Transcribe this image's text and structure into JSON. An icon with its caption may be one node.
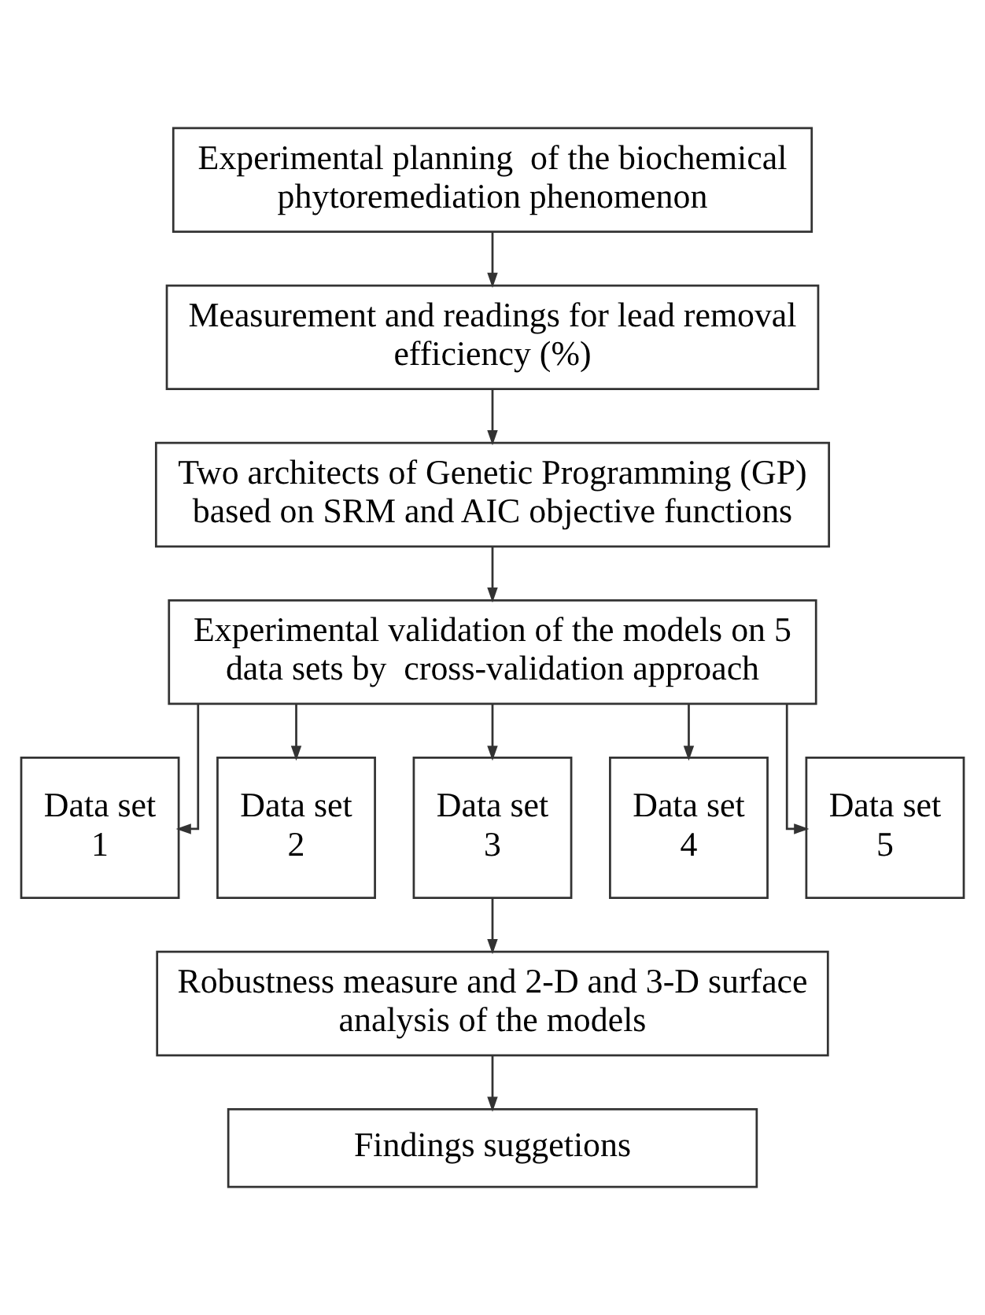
{
  "diagram": {
    "nodes": [
      {
        "text": [
          "Experimental planning  of the biochemical phytoremediation phenomenon"
        ]
      },
      {
        "text": [
          "Measurement and readings for lead removal efficiency (%)"
        ]
      },
      {
        "text": [
          "Two architects of Genetic Programming (GP) based on SRM and AIC objective functions"
        ]
      },
      {
        "text": [
          "Experimental validation of the models on 5 data sets by  cross-validation approach"
        ]
      },
      {
        "text": [
          "Data set 1"
        ]
      },
      {
        "text": [
          "Data set 2"
        ]
      },
      {
        "text": [
          "Data set 3"
        ]
      },
      {
        "text": [
          "Data set 4"
        ]
      },
      {
        "text": [
          "Data set 5"
        ]
      },
      {
        "text": [
          "Robustness measure and 2-D and 3-D surface analysis of the models"
        ]
      },
      {
        "text": [
          "Findings suggetions"
        ]
      }
    ],
    "edges": [
      {
        "from": 0,
        "to": 1,
        "arrow": "to"
      },
      {
        "from": 1,
        "to": 2,
        "arrow": "to"
      },
      {
        "from": 2,
        "to": 3,
        "arrow": "to"
      },
      {
        "from": 3,
        "to": 4,
        "arrow": "to"
      },
      {
        "from": 3,
        "to": 5,
        "arrow": "to"
      },
      {
        "from": 3,
        "to": 6,
        "arrow": "to"
      },
      {
        "from": 3,
        "to": 7,
        "arrow": "to"
      },
      {
        "from": 3,
        "to": 8,
        "arrow": "to"
      },
      {
        "from": 6,
        "to": 9,
        "arrow": "to"
      },
      {
        "from": 9,
        "to": 10,
        "arrow": "to"
      }
    ]
  }
}
